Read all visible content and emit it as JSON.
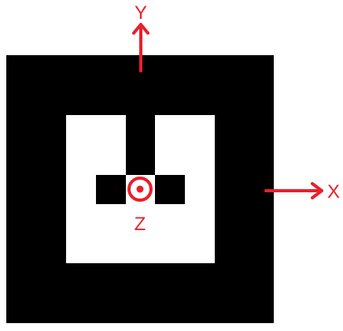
{
  "colors": {
    "marker_black": "#000000",
    "marker_white": "#ffffff",
    "axis_red": "#e8202b",
    "background": "#ffffff"
  },
  "marker": {
    "grid_cells": 9,
    "rows": [
      [
        1,
        1,
        1,
        1,
        1,
        1,
        1,
        1,
        1
      ],
      [
        1,
        1,
        1,
        1,
        1,
        1,
        1,
        1,
        1
      ],
      [
        1,
        1,
        0,
        0,
        1,
        0,
        0,
        1,
        1
      ],
      [
        1,
        1,
        0,
        0,
        1,
        0,
        0,
        1,
        1
      ],
      [
        1,
        1,
        0,
        1,
        0,
        1,
        0,
        1,
        1
      ],
      [
        1,
        1,
        0,
        0,
        0,
        0,
        0,
        1,
        1
      ],
      [
        1,
        1,
        0,
        0,
        0,
        0,
        0,
        1,
        1
      ],
      [
        1,
        1,
        1,
        1,
        1,
        1,
        1,
        1,
        1
      ],
      [
        1,
        1,
        1,
        1,
        1,
        1,
        1,
        1,
        1
      ]
    ]
  },
  "axes": {
    "x": {
      "label": "X",
      "direction": "right"
    },
    "y": {
      "label": "Y",
      "direction": "up"
    },
    "z": {
      "label": "Z",
      "direction": "out-of-page",
      "symbol": "circle-with-dot"
    }
  }
}
